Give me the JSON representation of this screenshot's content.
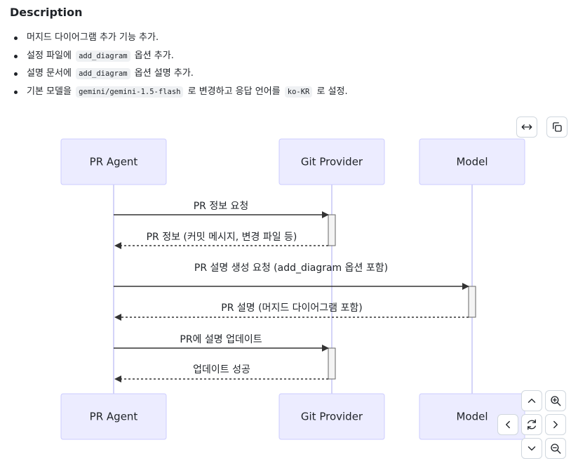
{
  "description": {
    "heading": "Description",
    "items": [
      {
        "parts": [
          {
            "text": "머지드 다이어그램 추가 기능 추가."
          }
        ]
      },
      {
        "parts": [
          {
            "text": "설정 파일에 "
          },
          {
            "code": "add_diagram"
          },
          {
            "text": " 옵션 추가."
          }
        ]
      },
      {
        "parts": [
          {
            "text": "설명 문서에 "
          },
          {
            "code": "add_diagram"
          },
          {
            "text": " 옵션 설명 추가."
          }
        ]
      },
      {
        "parts": [
          {
            "text": "기본 모델을 "
          },
          {
            "code": "gemini/gemini-1.5-flash"
          },
          {
            "text": " 로 변경하고 응답 언어를 "
          },
          {
            "code": "ko-KR"
          },
          {
            "text": " 로 설정."
          }
        ]
      }
    ]
  },
  "diagram": {
    "participants": [
      "PR Agent",
      "Git Provider",
      "Model"
    ],
    "messages": [
      {
        "from": 0,
        "to": 1,
        "text": "PR 정보 요청",
        "style": "solid"
      },
      {
        "from": 1,
        "to": 0,
        "text": "PR 정보 (커밋 메시지, 변경 파일 등)",
        "style": "dashed"
      },
      {
        "from": 0,
        "to": 2,
        "text": "PR 설명 생성 요청 (add_diagram 옵션 포함)",
        "style": "solid"
      },
      {
        "from": 2,
        "to": 0,
        "text": "PR 설명 (머지드 다이어그램 포함)",
        "style": "dashed"
      },
      {
        "from": 0,
        "to": 1,
        "text": "PR에 설명 업데이트",
        "style": "solid"
      },
      {
        "from": 1,
        "to": 0,
        "text": "업데이트 성공",
        "style": "dashed"
      }
    ],
    "colors": {
      "actor_fill": "#ececff",
      "actor_border": "#ccccff",
      "lifeline": "#c5c5f5",
      "arrow": "#333333",
      "activation_fill": "#f4f4f4",
      "activation_border": "#666666"
    }
  },
  "controls": [
    "expand-icon",
    "copy-icon",
    "pan-up-icon",
    "zoom-in-icon",
    "pan-left-icon",
    "reset-icon",
    "pan-right-icon",
    "pan-down-icon",
    "zoom-out-icon"
  ]
}
